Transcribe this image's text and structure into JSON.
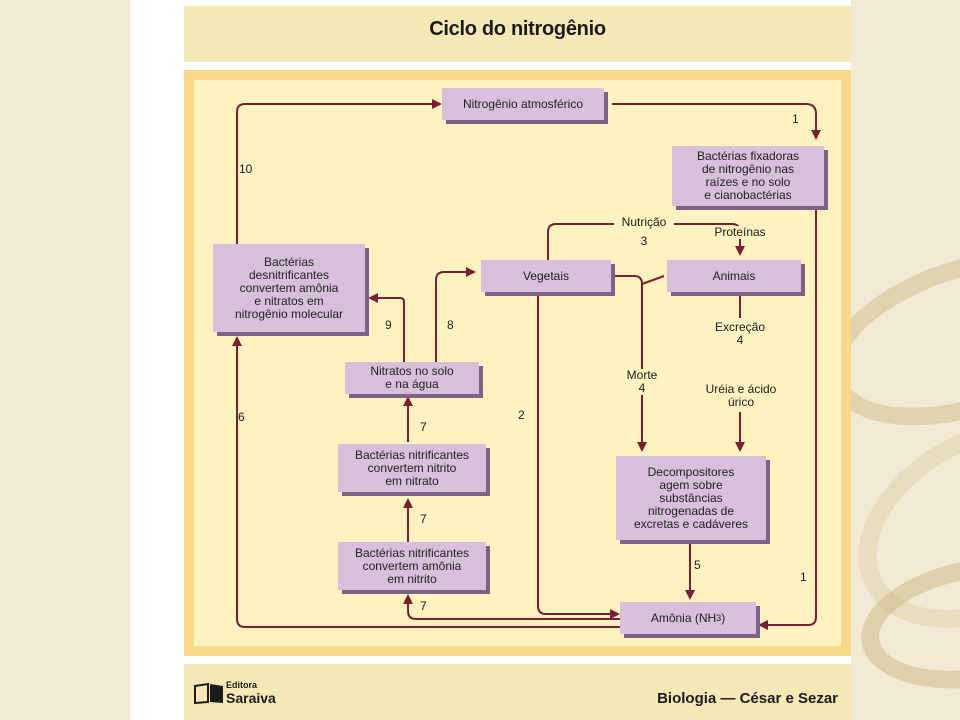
{
  "title": "Ciclo do nitrogênio",
  "boxes": {
    "nitrogenio_atmosferico": "Nitrogênio atmosférico",
    "bacterias_fixadoras": "Bactérias fixadoras\nde nitrogênio nas\nraízes e no solo\ne cianobactérias",
    "bacterias_desnitrificantes": "Bactérias\ndesnitrificantes\nconvertem amônia\ne nitratos em\nnitrogênio molecular",
    "vegetais": "Vegetais",
    "animais": "Animais",
    "nitratos": "Nitratos no solo\ne na água",
    "nitrificantes_nitrato": "Bactérias nitrificantes\nconvertem nitrito\nem nitrato",
    "nitrificantes_nitrito": "Bactérias nitrificantes\nconvertem amônia\nem nitrito",
    "decompositores": "Decompositores\nagem sobre\nsubstâncias\nnitrogenadas de\nexcretas e cadáveres",
    "amonia": "Amônia (NH",
    "amonia_sub": "3",
    "amonia_end": ")"
  },
  "labels": {
    "nutricao": "Nutrição",
    "nutricao_num": "3",
    "proteinas": "Proteínas",
    "excrecao": "Excreção\n4",
    "morte": "Morte\n4",
    "ureia": "Uréia e ácido\núrico"
  },
  "numbers": {
    "n1_top": "1",
    "n10": "10",
    "n9": "9",
    "n8": "8",
    "n6": "6",
    "n2": "2",
    "n7a": "7",
    "n7b": "7",
    "n7c": "7",
    "n5": "5",
    "n1_bottom": "1"
  },
  "footer": {
    "publisher_small": "Editora",
    "publisher_big": "Saraiva",
    "credit": "Biologia — César e Sezar"
  },
  "colors": {
    "arrow": "#7a1e34",
    "box": "#d8c0dc",
    "box_shadow": "#7d6286",
    "panel": "#fdf2c0",
    "frame": "#f8d98a"
  }
}
